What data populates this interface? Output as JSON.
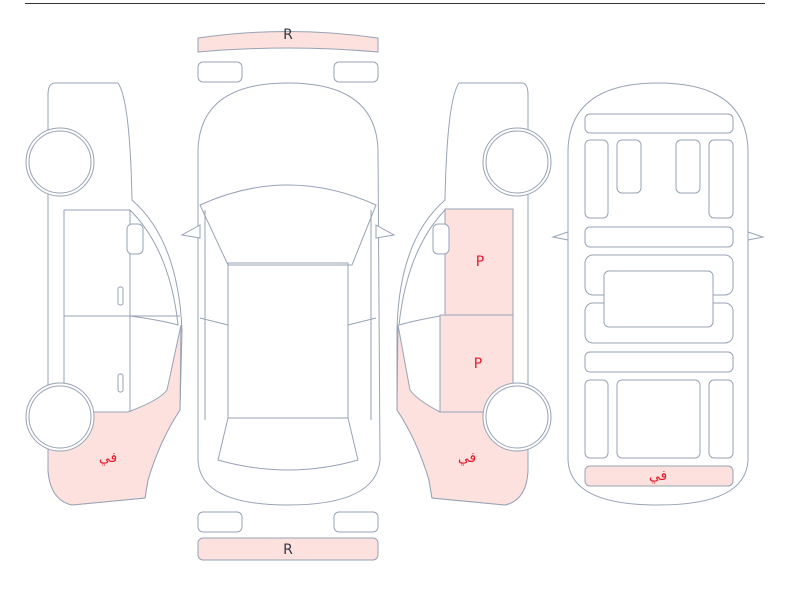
{
  "colors": {
    "damage_fill": "#fde1de",
    "outline": "#97a3b6",
    "label_red": "#e8192c",
    "label_dark": "#333a44"
  },
  "labels": {
    "front_bumper": "R",
    "rear_bumper": "R",
    "left_side_rear": "في",
    "right_front_door": "P",
    "right_rear_door": "P",
    "right_side_rear": "في",
    "interior_rear": "في"
  }
}
